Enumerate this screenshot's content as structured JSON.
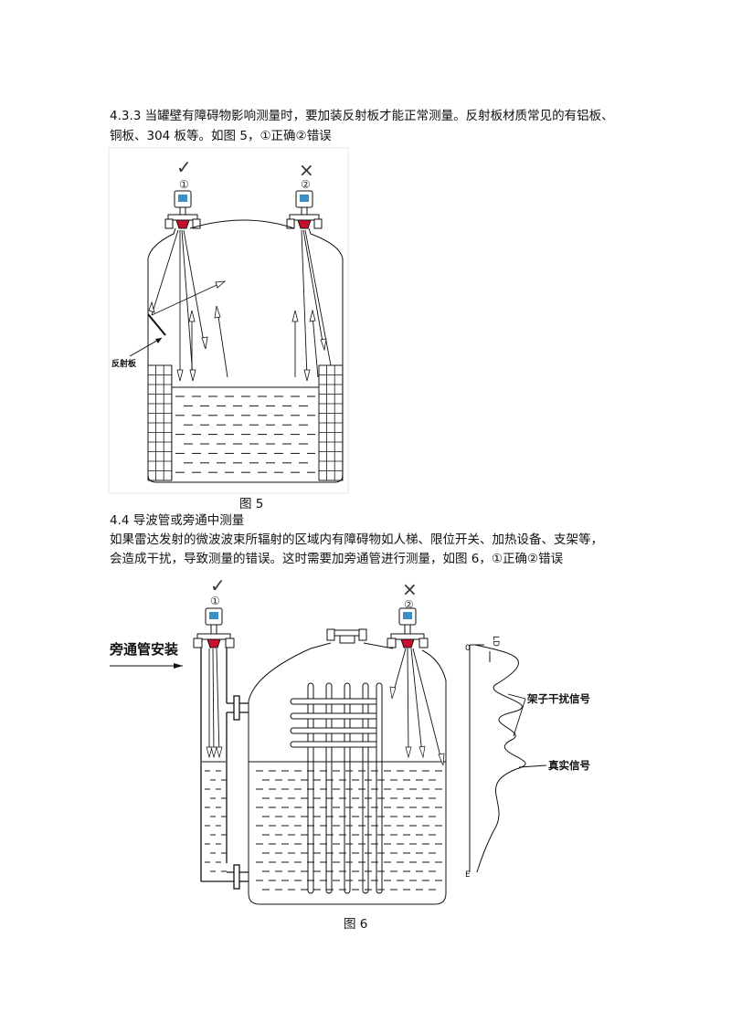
{
  "section_433": {
    "line1": "4.3.3 当罐壁有障碍物影响测量时，要加装反射板才能正常测量。反射板材质常见的有铝板、",
    "line2": "铜板、304 板等。如图 5，①正确②错误"
  },
  "figure5": {
    "mark_correct": "✓",
    "mark_wrong": "×",
    "num1": "①",
    "num2": "②",
    "reflector_label": "反射板",
    "caption": "图 5"
  },
  "section_44": {
    "heading": "4.4 导波管或旁通中测量",
    "line1": "如果雷达发射的微波波束所辐射的区域内有障碍物如人梯、限位开关、加热设备、支架等，",
    "line2": "会造成干扰，导致测量的错误。这时需要加旁通管进行测量，如图 6，①正确②错误"
  },
  "figure6": {
    "mark_correct": "✓",
    "mark_wrong": "×",
    "num1": "①",
    "num2": "②",
    "bypass_label": "旁通管安装",
    "signal_top_label": "LD",
    "signal_zero": "0",
    "signal_end": "E",
    "interference_label": "架子干扰信号",
    "true_label": "真实信号",
    "caption": "图 6"
  }
}
